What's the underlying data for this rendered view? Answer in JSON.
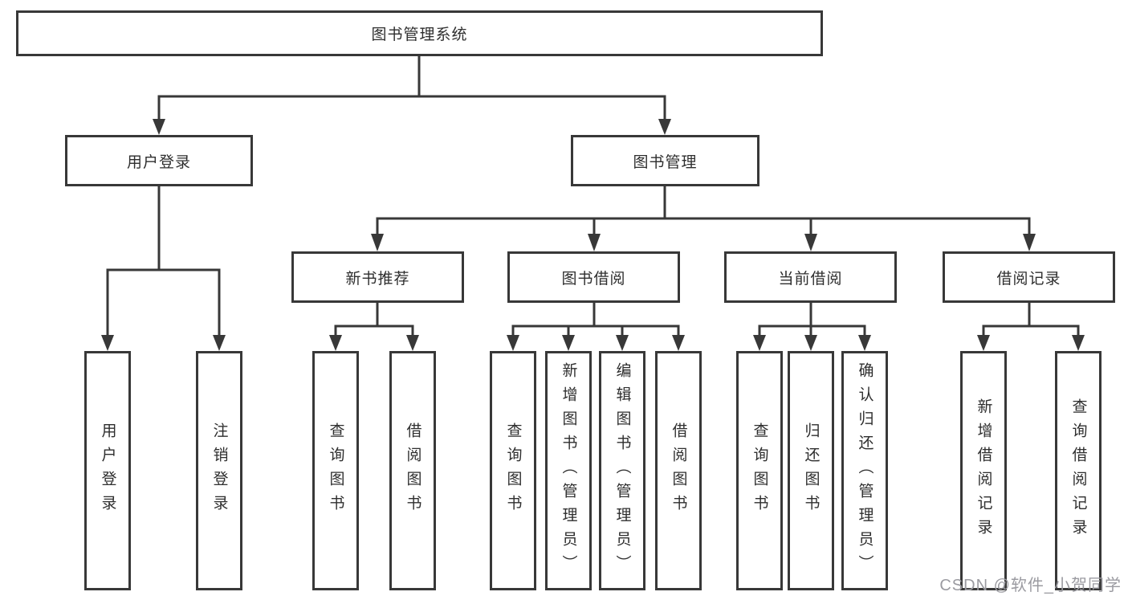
{
  "tree": {
    "label": "图书管理系统",
    "children": [
      {
        "label": "用户登录",
        "children": [
          {
            "label": "用户登录"
          },
          {
            "label": "注销登录"
          }
        ]
      },
      {
        "label": "图书管理",
        "children": [
          {
            "label": "新书推荐",
            "children": [
              {
                "label": "查询图书"
              },
              {
                "label": "借阅图书"
              }
            ]
          },
          {
            "label": "图书借阅",
            "children": [
              {
                "label": "查询图书"
              },
              {
                "label": "新增图书（管理员）"
              },
              {
                "label": "编辑图书（管理员）"
              },
              {
                "label": "借阅图书"
              }
            ]
          },
          {
            "label": "当前借阅",
            "children": [
              {
                "label": "查询图书"
              },
              {
                "label": "归还图书"
              },
              {
                "label": "确认归还（管理员）"
              }
            ]
          },
          {
            "label": "借阅记录",
            "children": [
              {
                "label": "新增借阅记录"
              },
              {
                "label": "查询借阅记录"
              }
            ]
          }
        ]
      }
    ]
  },
  "watermark": {
    "text": "CSDN @软件_小贺同学"
  },
  "colors": {
    "line": "#383838",
    "text": "#2e2e2e",
    "watermark": "#9b9ba1",
    "background": "#ffffff"
  }
}
